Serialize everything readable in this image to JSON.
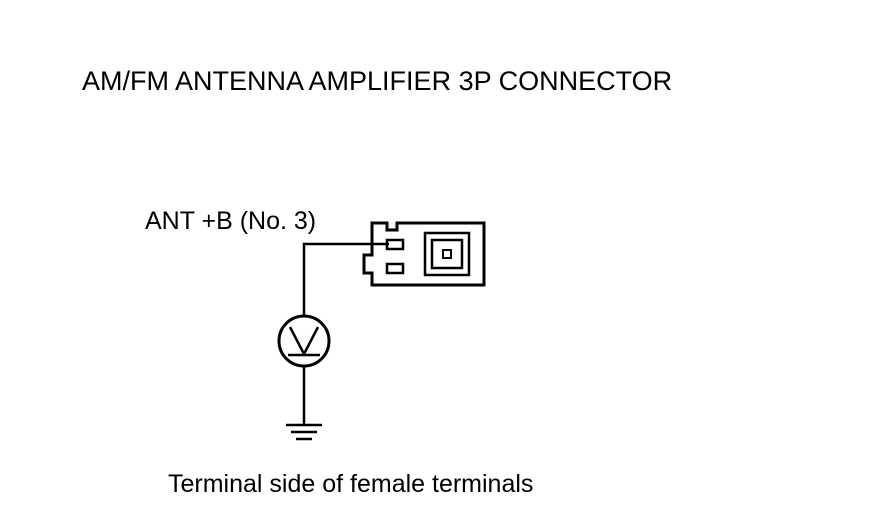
{
  "diagram": {
    "title": "AM/FM ANTENNA AMPLIFIER 3P CONNECTOR",
    "terminal_label": "ANT +B (No. 3)",
    "caption": "Terminal side of female terminals",
    "components": {
      "connector": "connector-3p",
      "meter": "voltmeter-icon",
      "ground": "ground-icon"
    },
    "colors": {
      "line": "#000000",
      "background": "#ffffff"
    }
  }
}
